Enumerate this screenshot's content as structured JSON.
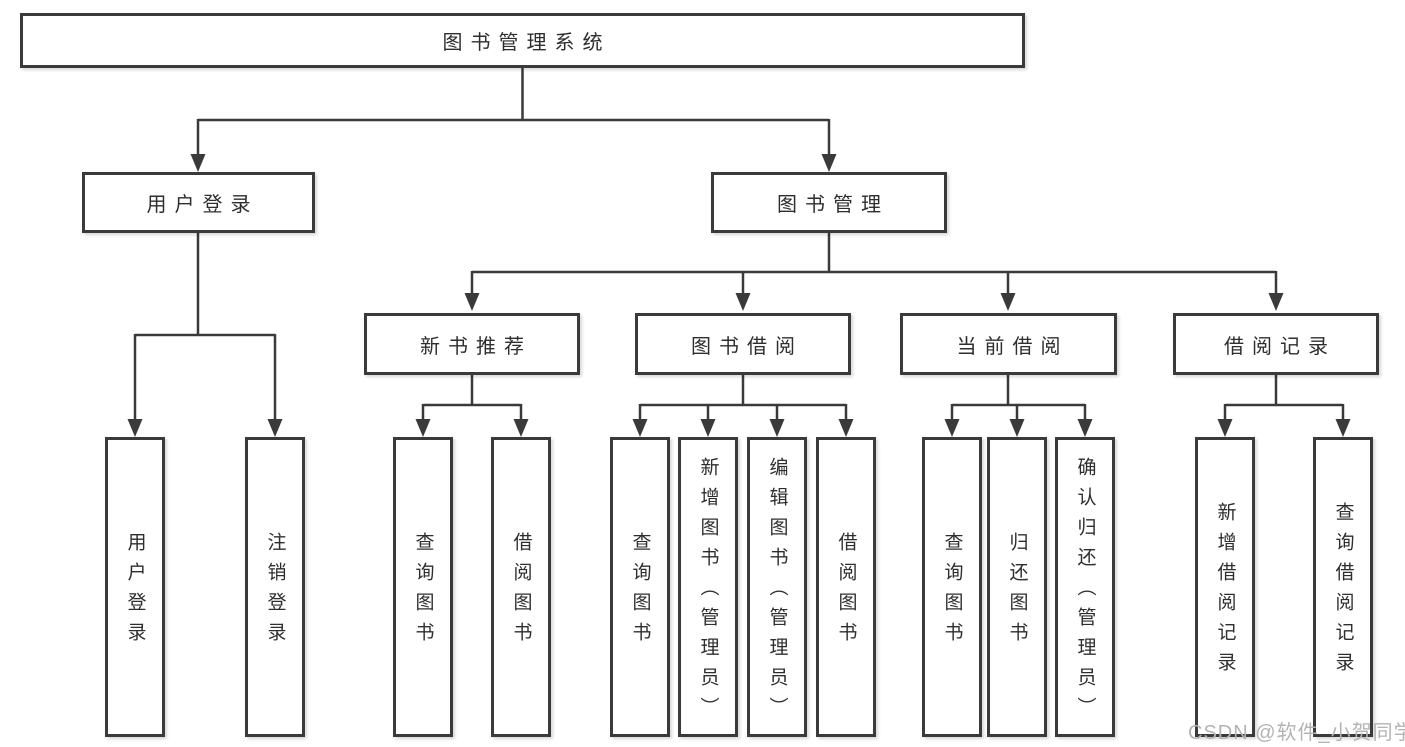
{
  "diagram": {
    "type": "tree",
    "tree": {
      "root": {
        "label": "图书管理系统"
      },
      "children": [
        {
          "label": "用户登录",
          "children": [
            {
              "label": "用户登录"
            },
            {
              "label": "注销登录"
            }
          ]
        },
        {
          "label": "图书管理",
          "children": [
            {
              "label": "新书推荐",
              "children": [
                {
                  "label": "查询图书"
                },
                {
                  "label": "借阅图书"
                }
              ]
            },
            {
              "label": "图书借阅",
              "children": [
                {
                  "label": "查询图书"
                },
                {
                  "label": "新增图书（管理员）"
                },
                {
                  "label": "编辑图书（管理员）"
                },
                {
                  "label": "借阅图书"
                }
              ]
            },
            {
              "label": "当前借阅",
              "children": [
                {
                  "label": "查询图书"
                },
                {
                  "label": "归还图书"
                },
                {
                  "label": "确认归还（管理员）"
                }
              ]
            },
            {
              "label": "借阅记录",
              "children": [
                {
                  "label": "新增借阅记录"
                },
                {
                  "label": "查询借阅记录"
                }
              ]
            }
          ]
        }
      ]
    }
  },
  "watermark": {
    "text": "CSDN @软件_小贺同学"
  },
  "colors": {
    "background": "#ffffff",
    "box_fill": "#ffffff",
    "box_border": "#3a3a3a",
    "line": "#3a3a3a",
    "text": "#2e2e2e",
    "watermark": "#b3b3b3"
  }
}
